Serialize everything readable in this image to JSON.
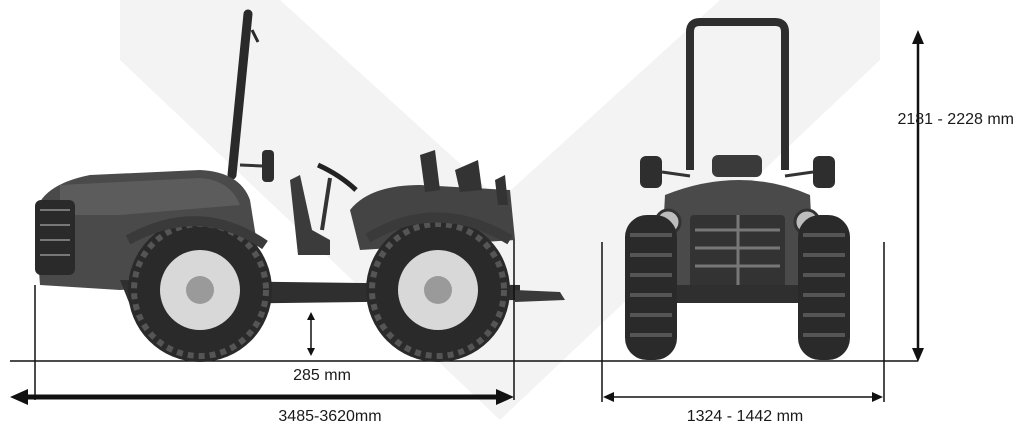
{
  "labels": {
    "height": "2181 - 2228 mm",
    "ground_clearance": "285 mm",
    "length": "3485-3620mm",
    "width": "1324 - 1442 mm"
  },
  "colors": {
    "watermark": "#f2f2f2",
    "line": "#111111",
    "tractor_body": "#4a4a4a",
    "tractor_dark": "#1e1e1e",
    "tire": "#2a2a2a",
    "rim": "#d6d6d6"
  },
  "icons": {
    "side": "tractor-side-view",
    "front": "tractor-front-view"
  }
}
